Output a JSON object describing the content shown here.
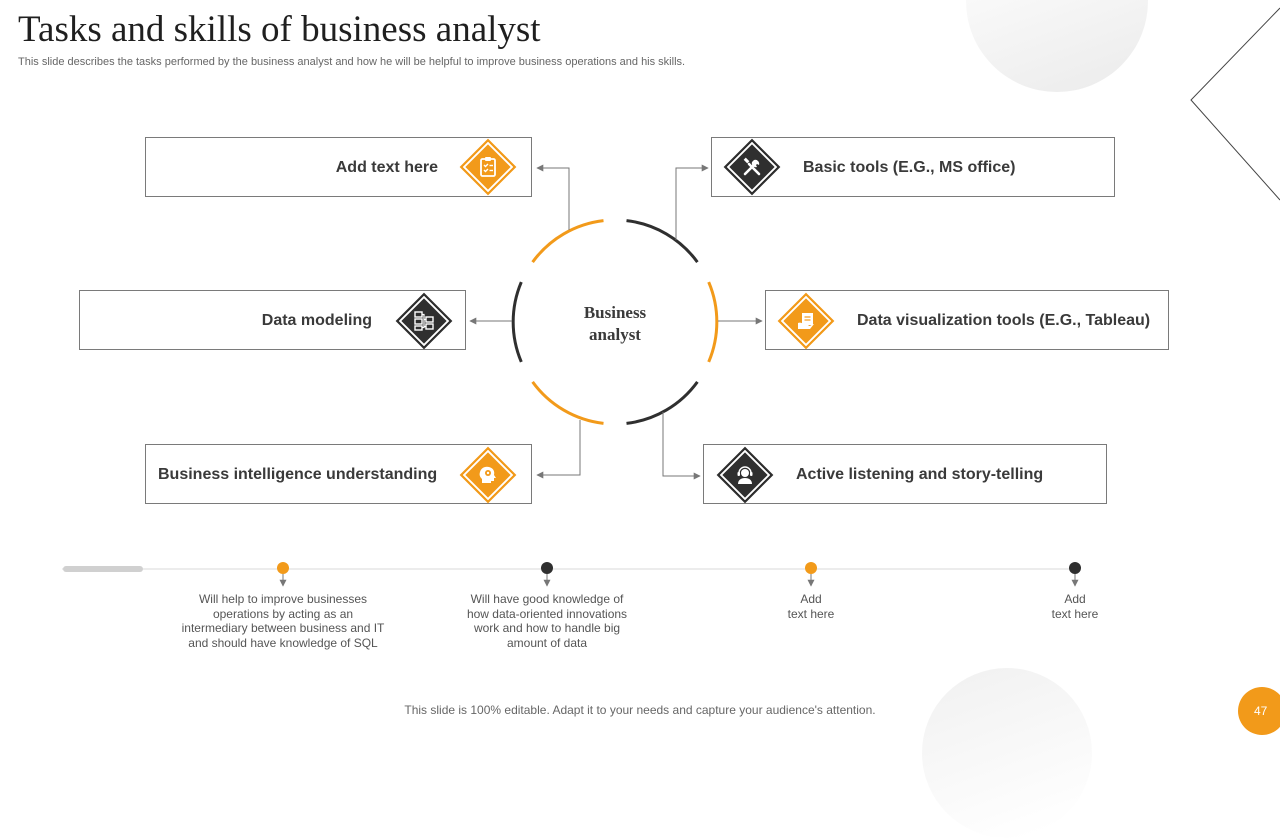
{
  "slide": {
    "title": "Tasks and skills of business analyst",
    "subtitle": "This slide describes the tasks performed by the business analyst and how he will be helpful to improve business operations and his skills.",
    "footer": "This slide is 100% editable. Adapt it to your needs and capture your audience's attention.",
    "page_number": "47"
  },
  "center": {
    "line1": "Business",
    "line2": "analyst"
  },
  "boxes": {
    "left_top": {
      "label": "Add text here",
      "icon": "clipboard-checklist-icon"
    },
    "left_mid": {
      "label": "Data modeling",
      "icon": "data-flow-icon"
    },
    "left_bottom": {
      "label": "Business intelligence understanding",
      "icon": "head-gear-icon"
    },
    "right_top": {
      "label": "Basic tools (E.G., MS office)",
      "icon": "tools-icon"
    },
    "right_mid": {
      "label": "Data visualization tools (E.G.,  Tableau)",
      "icon": "hand-document-icon"
    },
    "right_bottom": {
      "label": "Active listening and story-telling",
      "icon": "headset-person-icon"
    }
  },
  "timeline": [
    {
      "lines": [
        "Will help to improve businesses",
        "operations by acting as an",
        "intermediary between business and IT",
        "and should have knowledge of SQL"
      ]
    },
    {
      "lines": [
        "Will have good knowledge of",
        "how data-oriented innovations",
        "work and how to handle big",
        "amount of data"
      ]
    },
    {
      "lines": [
        "Add",
        "text here"
      ]
    },
    {
      "lines": [
        "Add",
        "text here"
      ]
    }
  ],
  "colors": {
    "accent": "#f29a1a",
    "dark": "#2f2f2f",
    "border": "#7a7a7a"
  }
}
